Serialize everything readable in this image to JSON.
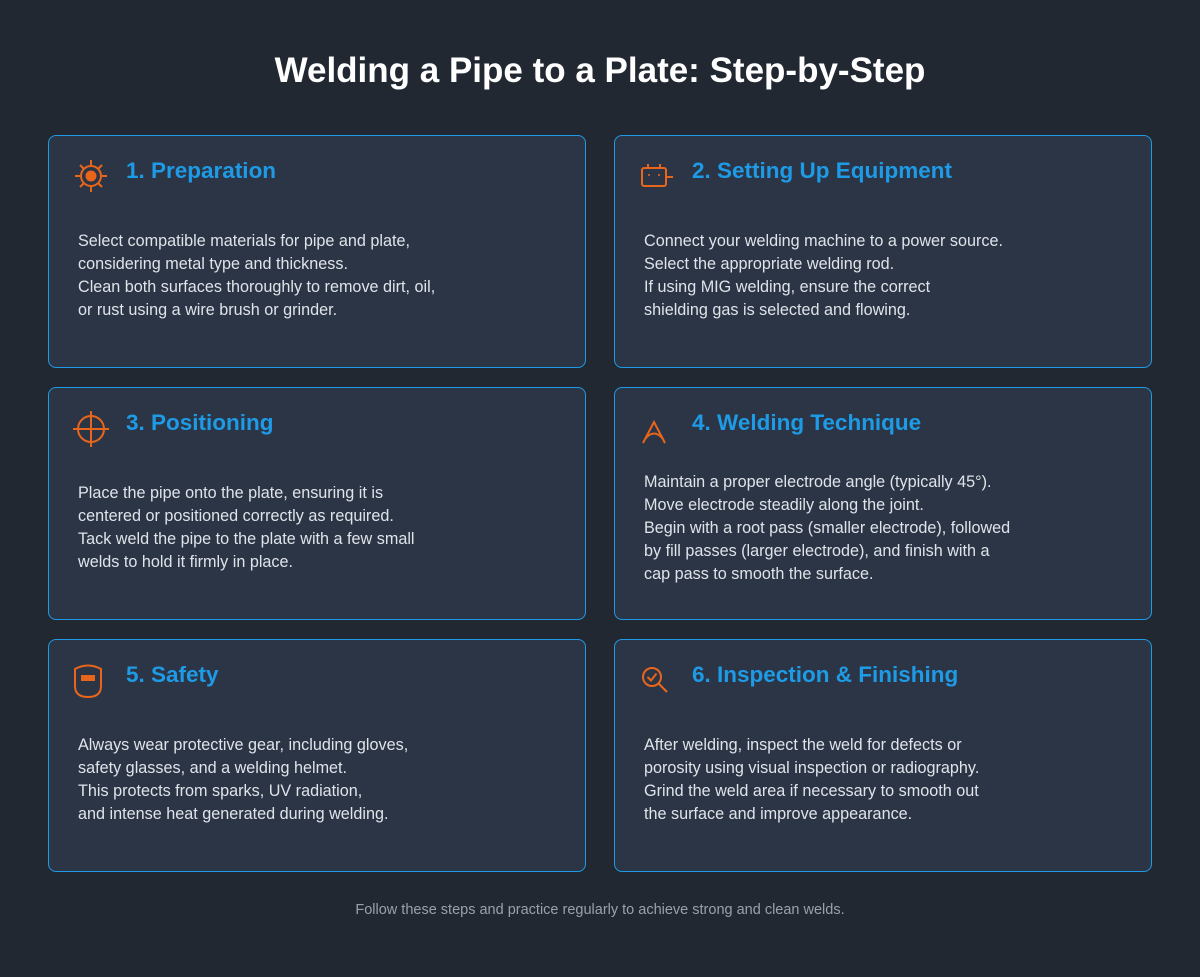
{
  "title": "Welding a Pipe to a Plate: Step-by-Step",
  "accent_color": "#1e9be6",
  "icon_color": "#e8651c",
  "cards": [
    {
      "icon": "sun-gear-icon",
      "heading": "1. Preparation",
      "lines": [
        "Select compatible materials for pipe and plate,",
        "considering metal type and thickness.",
        "Clean both surfaces thoroughly to remove dirt, oil,",
        "or rust using a wire brush or grinder."
      ]
    },
    {
      "icon": "battery-plug-icon",
      "heading": "2. Setting Up Equipment",
      "lines": [
        "Connect your welding machine to a power source.",
        "Select the appropriate welding rod.",
        "If using MIG welding, ensure the correct",
        "shielding gas is selected and flowing."
      ]
    },
    {
      "icon": "crosshair-icon",
      "heading": "3. Positioning",
      "lines": [
        "Place the pipe onto the plate, ensuring it is",
        "centered or positioned correctly as required.",
        "Tack weld the pipe to the plate with a few small",
        "welds to hold it firmly in place."
      ]
    },
    {
      "icon": "electrode-angle-icon",
      "heading": "4. Welding Technique",
      "lines": [
        "Maintain a proper electrode angle (typically 45°).",
        "Move electrode steadily along the joint.",
        "Begin with a root pass (smaller electrode), followed",
        "by fill passes (larger electrode), and finish with a",
        "cap pass to smooth the surface."
      ]
    },
    {
      "icon": "welding-helmet-icon",
      "heading": "5. Safety",
      "lines": [
        "Always wear protective gear, including gloves,",
        "safety glasses, and a welding helmet.",
        "This protects from sparks, UV radiation,",
        "and intense heat generated during welding."
      ]
    },
    {
      "icon": "magnifier-check-icon",
      "heading": "6. Inspection & Finishing",
      "lines": [
        "After welding, inspect the weld for defects or",
        "porosity using visual inspection or radiography.",
        "Grind the weld area if necessary to smooth out",
        "the surface and improve appearance."
      ]
    }
  ],
  "footer": "Follow these steps and practice regularly to achieve strong and clean welds."
}
